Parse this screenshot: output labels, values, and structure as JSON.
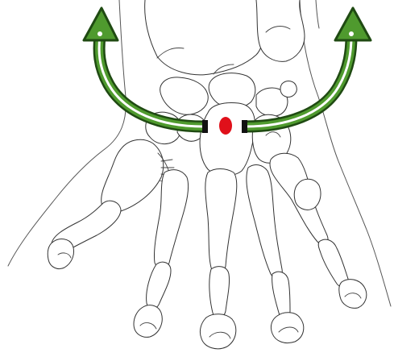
{
  "colors": {
    "background": "#ffffff",
    "bone_outline": "#333333",
    "arrow_dark": "#1f4a12",
    "arrow_fill": "#4f9a2e",
    "arrow_highlight": "#ffffff",
    "marker": "#e0101a"
  },
  "icons": {
    "left_arrow": "curved-arrow-left-up",
    "right_arrow": "curved-arrow-right-up",
    "center_marker": "red-dot-marker"
  }
}
